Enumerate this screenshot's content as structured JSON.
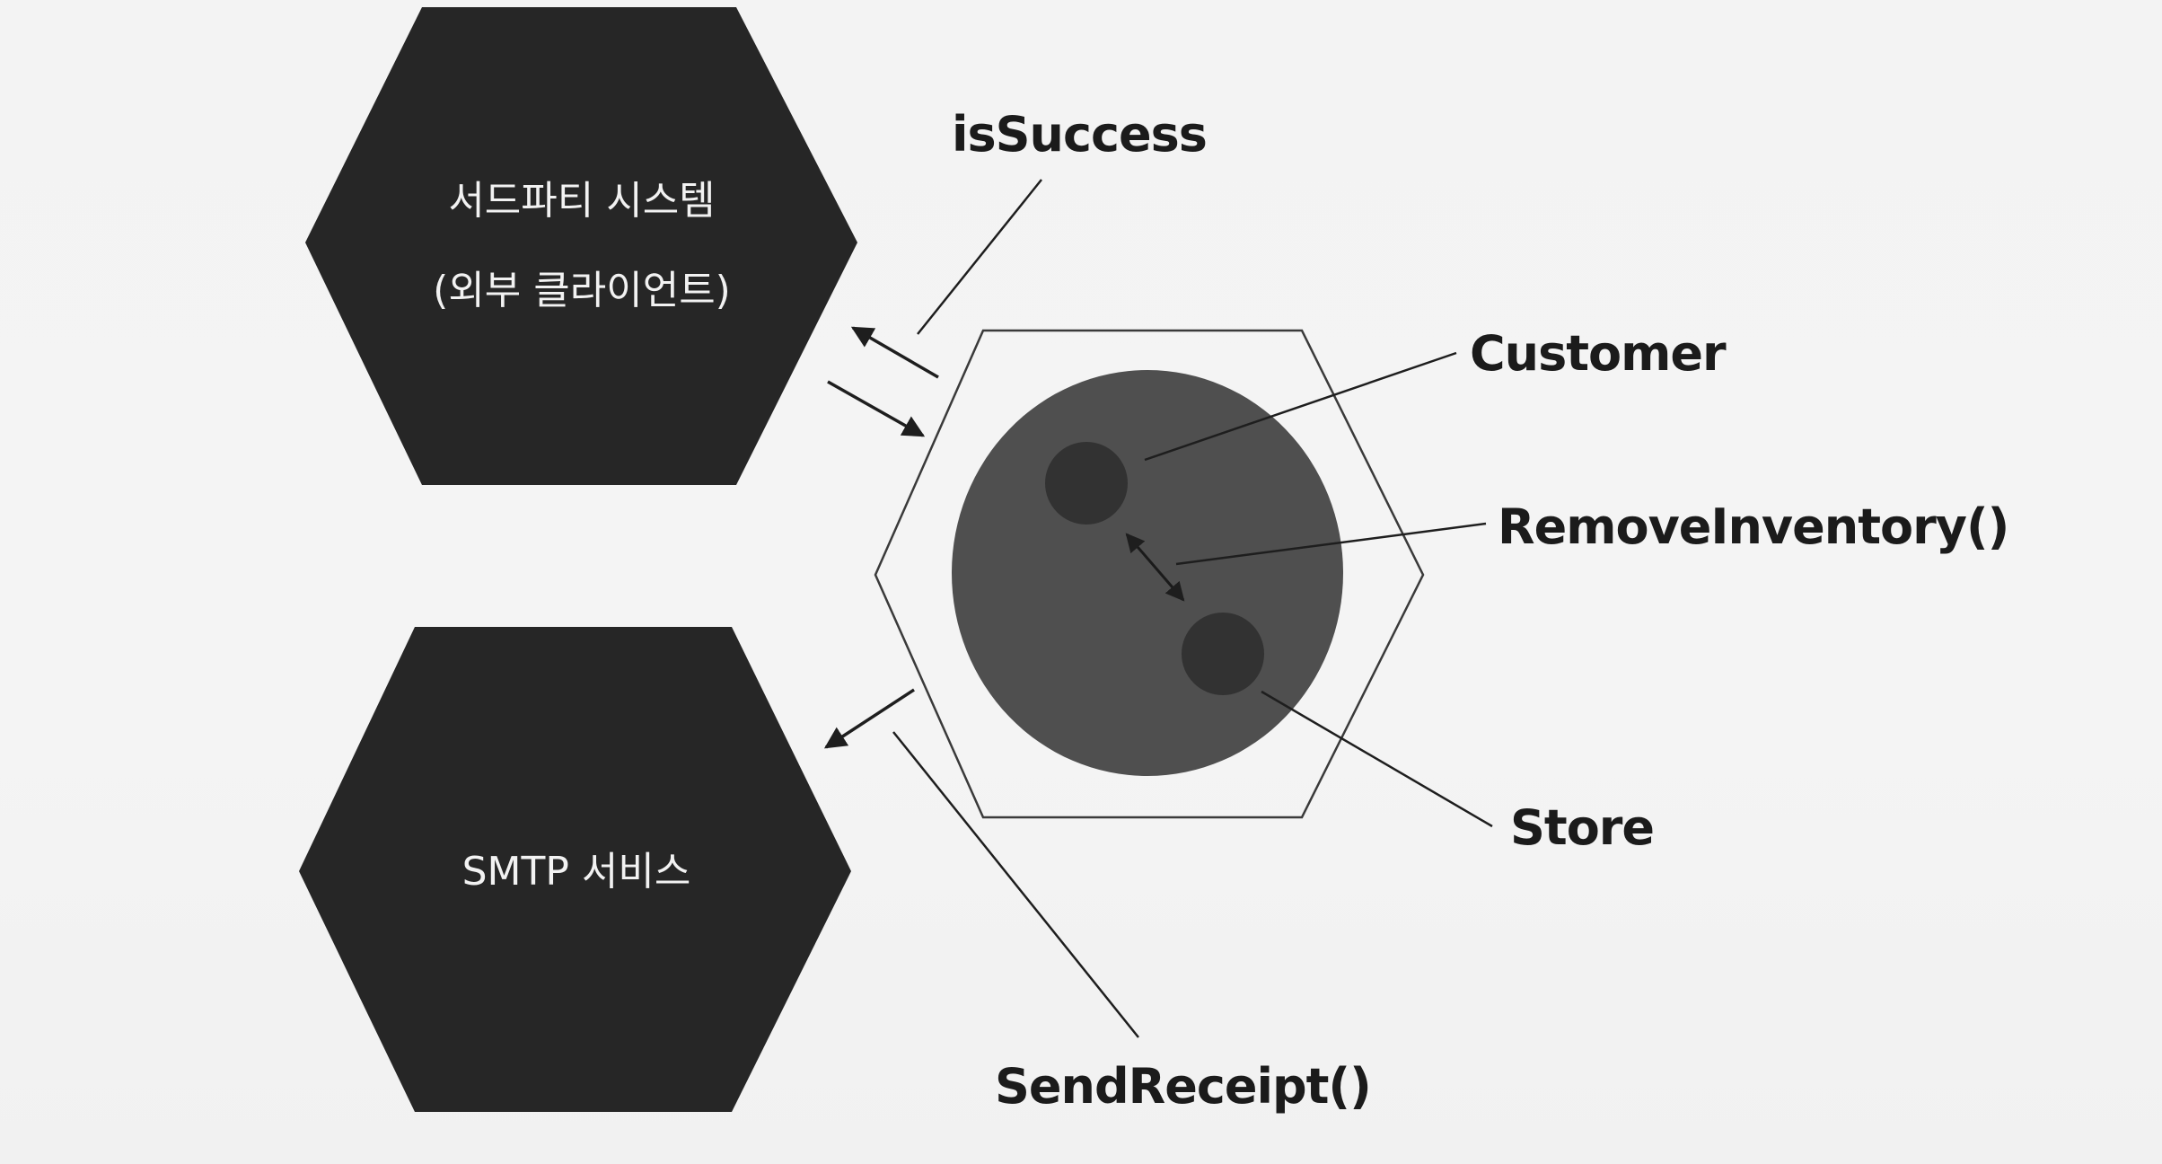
{
  "nodes": {
    "third_party_line1": "서드파티 시스템",
    "third_party_line2": "(외부 클라이언트)",
    "smtp": "SMTP 서비스"
  },
  "labels": {
    "is_success": "isSuccess",
    "customer": "Customer",
    "remove_inventory": "RemoveInventory()",
    "store": "Store",
    "send_receipt": "SendReceipt()"
  },
  "colors": {
    "external_hex": "#262626",
    "domain_circle": "#4f4f4f",
    "entity_circle": "#323232",
    "lines": "#1e1e1e"
  }
}
